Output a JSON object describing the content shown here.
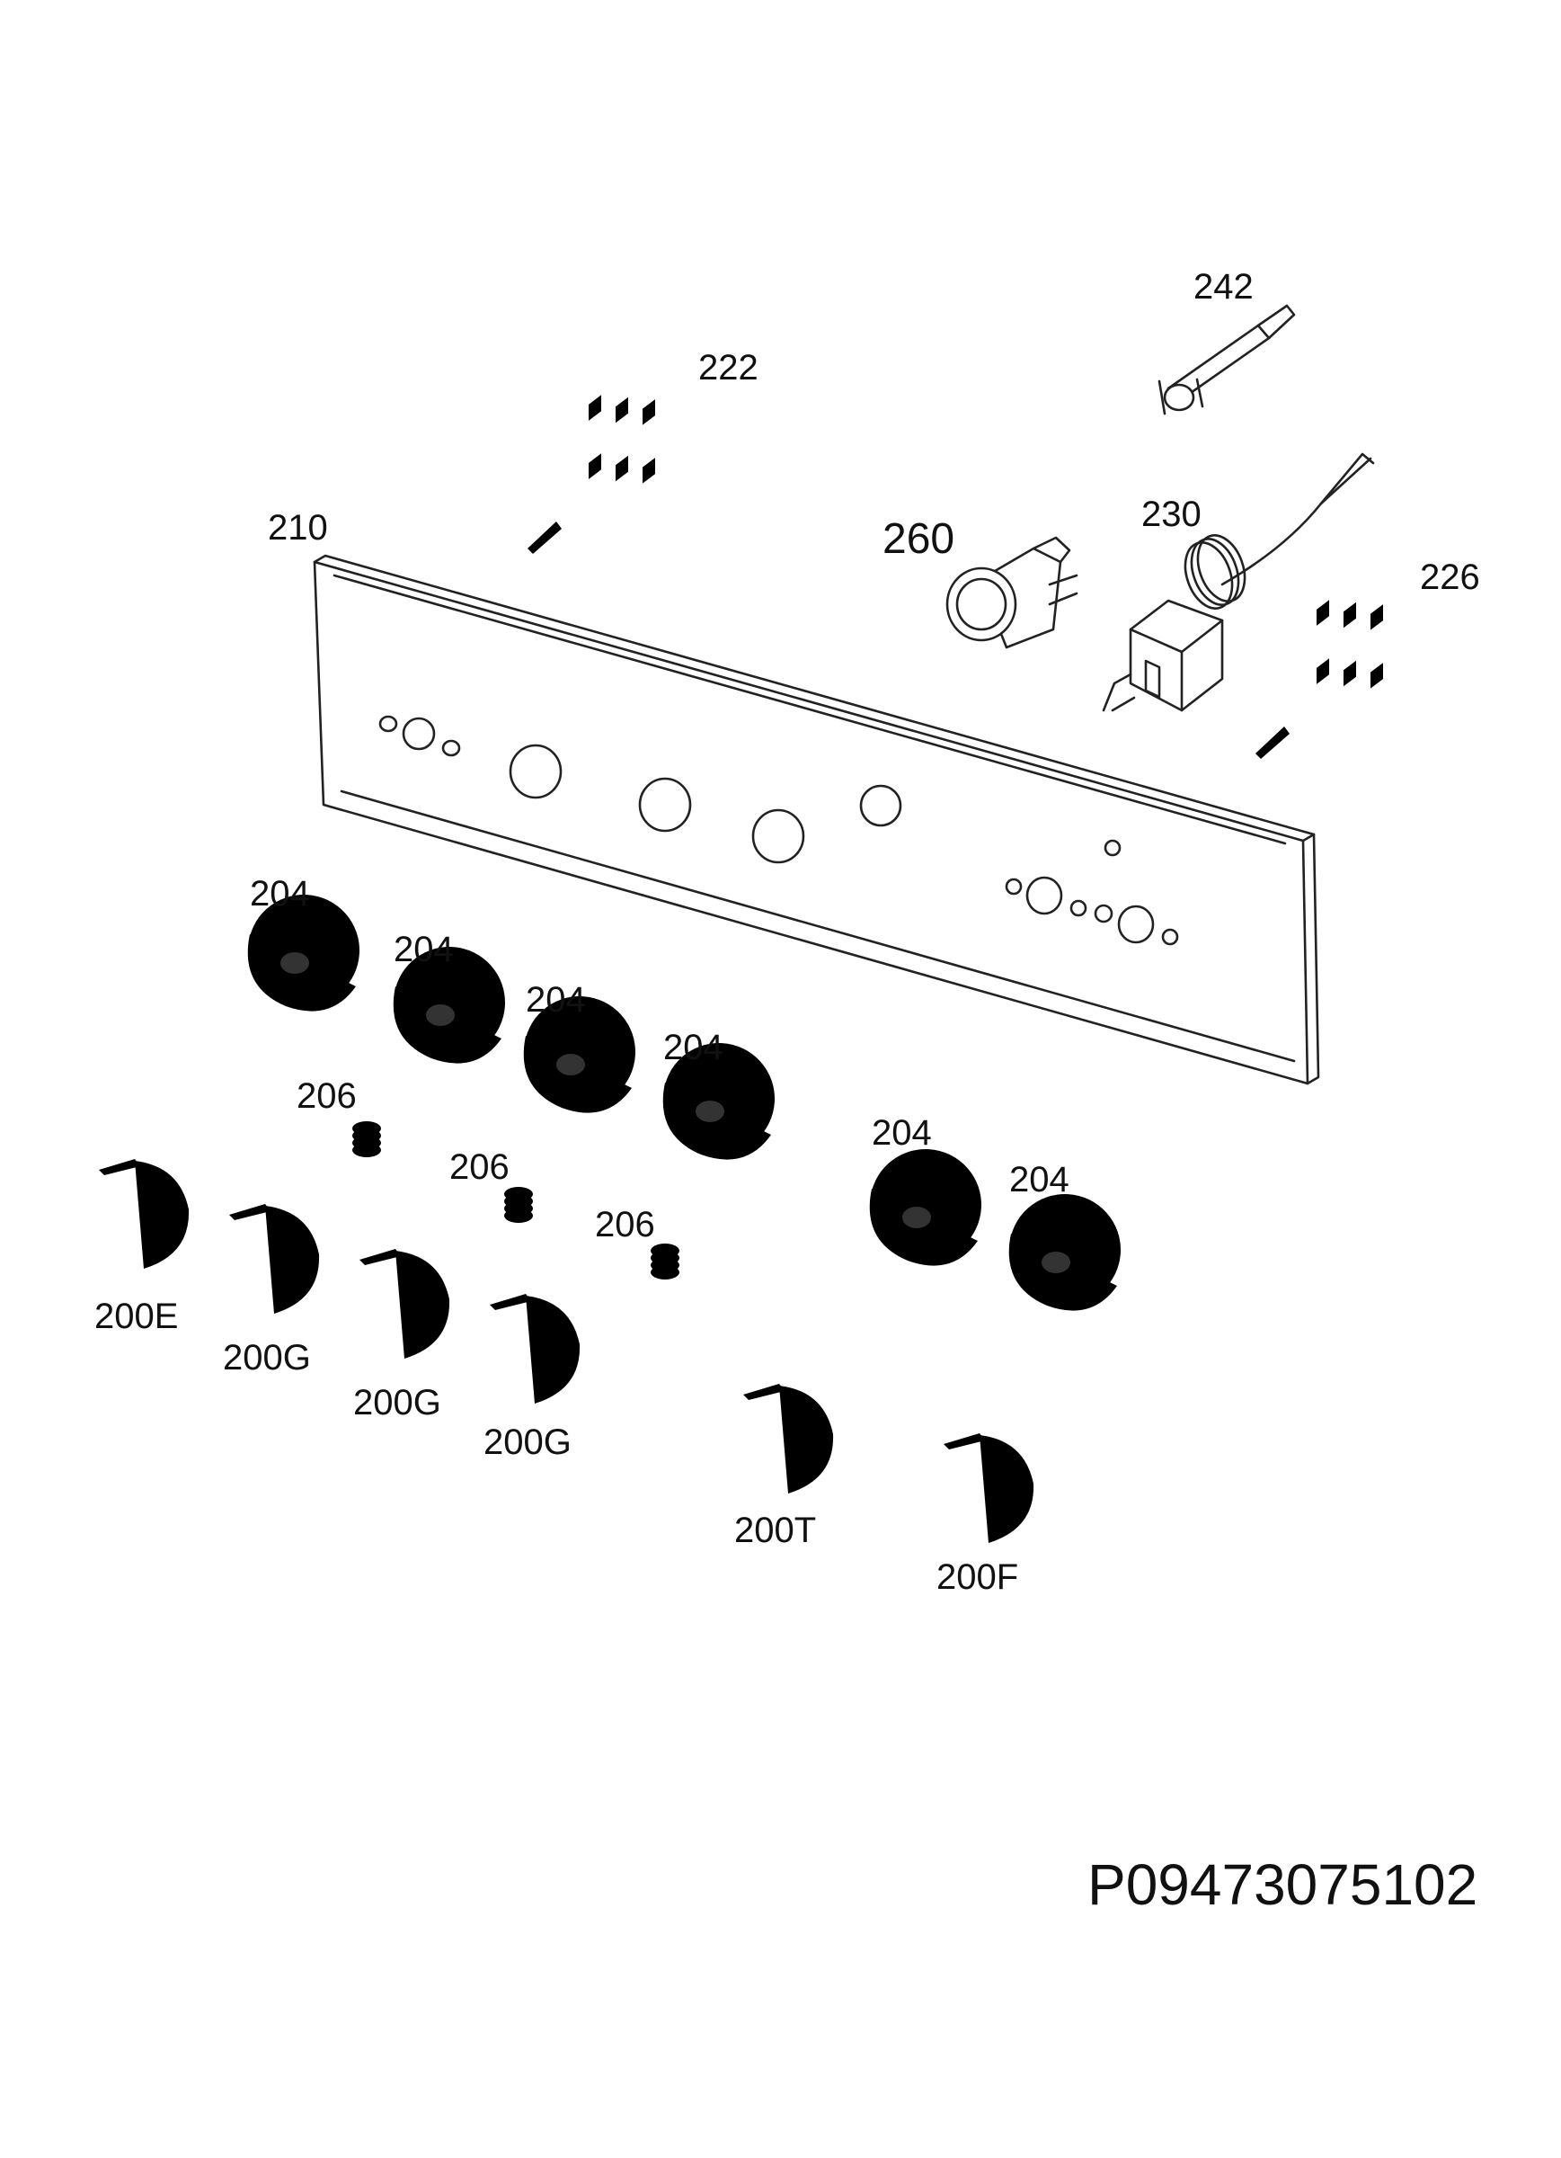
{
  "diagram": {
    "document_id": "P09473075102",
    "labels": {
      "control_panel": "210",
      "switch_left": "222",
      "switch_right": "226",
      "indicator_lamp": "260",
      "thermostat": "230",
      "lamp_holder": "242",
      "bezel": "204",
      "spring": "206",
      "knob_e": "200E",
      "knob_g": "200G",
      "knob_t": "200T",
      "knob_f": "200F"
    }
  }
}
